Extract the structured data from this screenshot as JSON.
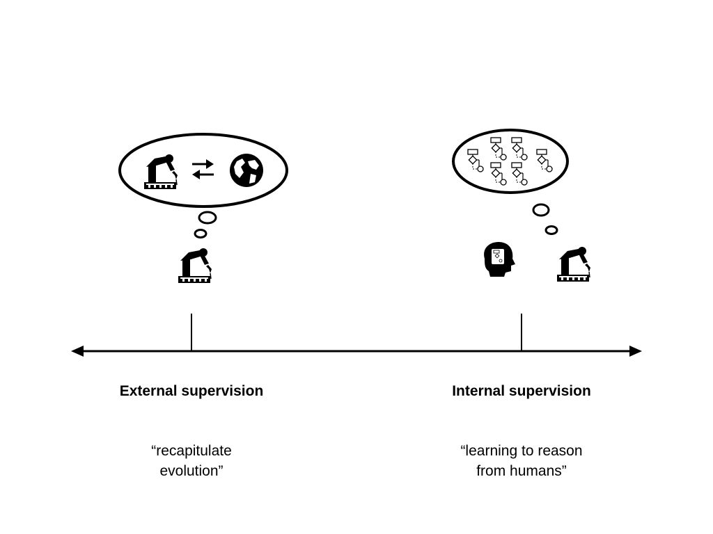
{
  "colors": {
    "ink": "#000000",
    "background": "#ffffff"
  },
  "left": {
    "label": "External supervision",
    "quote_line1": "“recapitulate",
    "quote_line2": "evolution”",
    "thought_icons": [
      "robot-arm-icon",
      "exchange-arrows-icon",
      "globe-icon"
    ],
    "agent_icon": "robot-arm-icon"
  },
  "right": {
    "label": "Internal supervision",
    "quote_line1": "“learning to reason",
    "quote_line2": "from humans”",
    "thought_icons": [
      "flowchart-icon"
    ],
    "agent_icons": [
      "human-head-icon",
      "robot-arm-icon"
    ]
  }
}
